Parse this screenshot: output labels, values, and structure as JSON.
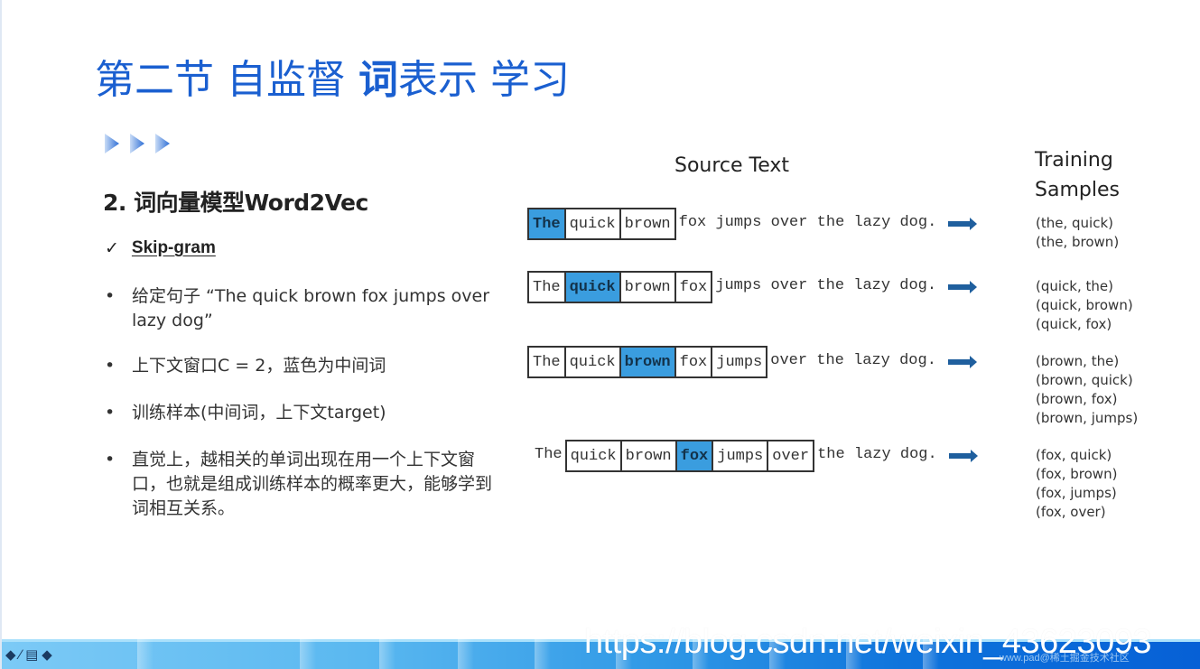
{
  "slide": {
    "title_part1": "第二节 自监督 ",
    "title_bold": "词",
    "title_part2": "表示 学习",
    "heading": "2. 词向量模型Word2Vec",
    "check_mark": "✓",
    "subheading": "Skip-gram",
    "bullets": [
      {
        "mark": "•",
        "text": "给定句子 “The quick brown fox jumps over lazy dog”"
      },
      {
        "mark": "•",
        "text": "上下文窗口C = 2，蓝色为中间词"
      },
      {
        "mark": "•",
        "text": "训练样本(中间词，上下文target)"
      },
      {
        "mark": "•",
        "text": "直觉上，越相关的单词出现在用一个上下文窗口，也就是组成训练样本的概率更大，能够学到词相互关系。"
      }
    ]
  },
  "diagram": {
    "source_label": "Source Text",
    "training_label_line1": "Training",
    "training_label_line2": "Samples",
    "highlight_color": "#3a9ddf",
    "arrow_color": "#1f5f9e",
    "rows": [
      {
        "before": "",
        "boxed": [
          "The",
          "quick",
          "brown"
        ],
        "center_index": 0,
        "after": "fox jumps over the lazy dog.",
        "samples": [
          "(the, quick)",
          "(the, brown)"
        ]
      },
      {
        "before": "",
        "boxed": [
          "The",
          "quick",
          "brown",
          "fox"
        ],
        "center_index": 1,
        "after": "jumps over the lazy dog.",
        "samples": [
          "(quick, the)",
          "(quick, brown)",
          "(quick, fox)"
        ]
      },
      {
        "before": "",
        "boxed": [
          "The",
          "quick",
          "brown",
          "fox",
          "jumps"
        ],
        "center_index": 2,
        "after": "over the lazy dog.",
        "samples": [
          "(brown, the)",
          "(brown, quick)",
          "(brown, fox)",
          "(brown, jumps)"
        ]
      },
      {
        "before": "The",
        "boxed": [
          "quick",
          "brown",
          "fox",
          "jumps",
          "over"
        ],
        "center_index": 2,
        "after": "the lazy dog.",
        "samples": [
          "(fox, quick)",
          "(fox, brown)",
          "(fox, jumps)",
          "(fox, over)"
        ]
      }
    ]
  },
  "footer": {
    "nav_icons": [
      "arrow-left-icon",
      "pen-icon",
      "menu-icon",
      "arrow-right-icon"
    ],
    "nav_glyphs": [
      "◆",
      "∕",
      "▤",
      "◆"
    ],
    "watermark": "https://blog.csdn.net/weixin_43623093",
    "watermark_small": "www.pad@稀土掘金技术社区"
  }
}
